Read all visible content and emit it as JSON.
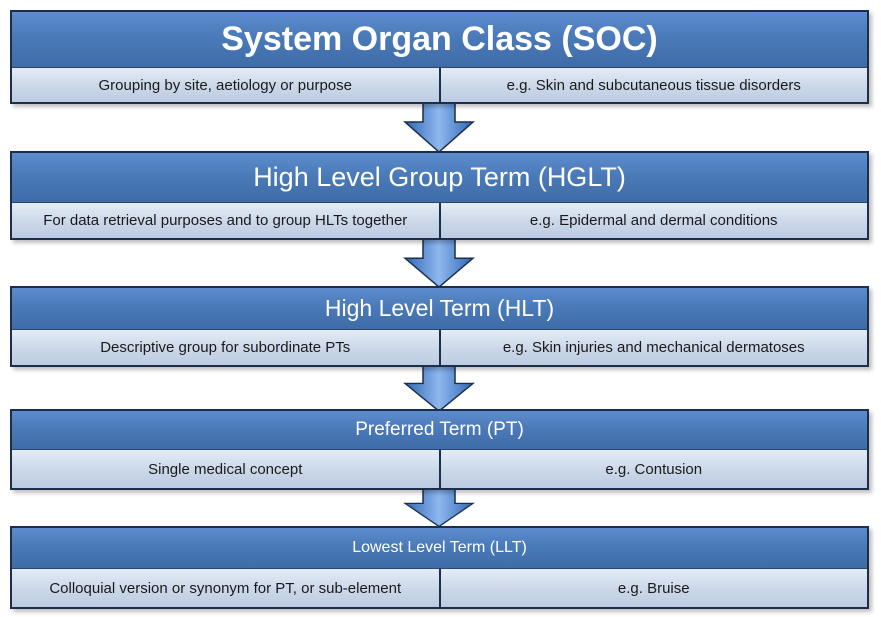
{
  "levels": [
    {
      "title": "System Organ Class (SOC)",
      "left": "Grouping by site, aetiology or purpose",
      "right": "e.g. Skin and subcutaneous tissue disorders"
    },
    {
      "title": "High Level Group Term (HGLT)",
      "left": "For data retrieval purposes and to group HLTs together",
      "right": "e.g. Epidermal and dermal conditions"
    },
    {
      "title": "High Level Term (HLT)",
      "left": "Descriptive group for subordinate PTs",
      "right": "e.g. Skin injuries and mechanical dermatoses"
    },
    {
      "title": "Preferred Term (PT)",
      "left": "Single medical concept",
      "right": "e.g. Contusion"
    },
    {
      "title": "Lowest Level Term (LLT)",
      "left": "Colloquial version or synonym for PT, or sub-element",
      "right": "e.g. Bruise"
    }
  ],
  "colors": {
    "header": "#4a7ab8",
    "cell": "#cdd9ea",
    "border": "#1c2e4a",
    "arrow": "#4a85d2"
  }
}
